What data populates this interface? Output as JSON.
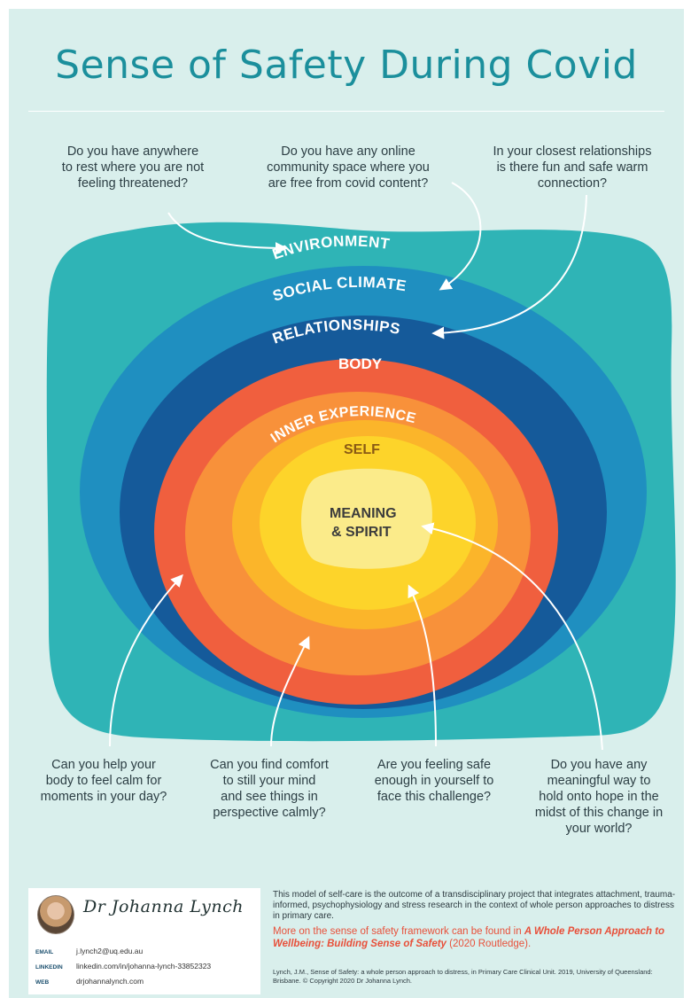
{
  "title": "Sense of Safety During Covid",
  "layers": {
    "environment": "ENVIRONMENT",
    "social_climate": "SOCIAL CLIMATE",
    "relationships": "RELATIONSHIPS",
    "body": "BODY",
    "inner_experience": "INNER EXPERIENCE",
    "self": "SELF",
    "meaning_line1": "MEANING",
    "meaning_line2": "& SPIRIT"
  },
  "top_questions": [
    [
      "Do you have anywhere",
      "to rest where you are not",
      "feeling threatened?"
    ],
    [
      "Do you have any online",
      "community space where you",
      "are free from covid content?"
    ],
    [
      "In your closest relationships",
      "is there fun and safe warm",
      "connection?"
    ]
  ],
  "bottom_questions": [
    [
      "Can you help your",
      "body to feel calm for",
      "moments in your day?"
    ],
    [
      "Can you find comfort",
      "to still your mind",
      "and see things in",
      "perspective calmly?"
    ],
    [
      "Are you feeling safe",
      "enough in yourself to",
      "face this challenge?"
    ],
    [
      "Do you have any",
      "meaningful way to",
      "hold onto hope in the",
      "midst of this change in",
      "your world?"
    ]
  ],
  "author": {
    "signature": "Dr Johanna Lynch",
    "email_label": "EMAIL",
    "email": "j.lynch2@uq.edu.au",
    "linkedin_label": "LINKEDIN",
    "linkedin": "linkedin.com/in/johanna-lynch-33852323",
    "web_label": "WEB",
    "web": "drjohannalynch.com"
  },
  "footer": {
    "description": "This model of self-care is the outcome of a transdisciplinary project that integrates attachment, trauma-informed, psychophysiology and stress research in the context of whole person approaches to distress in primary care.",
    "more_prefix": "More on the sense of safety framework can be found in ",
    "book_title": "A Whole Person Approach to Wellbeing: Building Sense of Safety",
    "book_suffix": " (2020 Routledge).",
    "citation": "Lynch, J.M., Sense of Safety: a whole person approach to distress, in Primary Care Clinical Unit. 2019, University of Queensland: Brisbane. © Copyright 2020 Dr Johanna Lynch."
  },
  "colors": {
    "background": "#d9efec",
    "environment": "#2fb4b6",
    "social_climate": "#1f8fc0",
    "relationships": "#155a9a",
    "body": "#f05f3e",
    "inner_experience": "#f8913a",
    "self": "#fbb52a",
    "core": "#fdd42a",
    "meaning": "#fbeb8a",
    "title": "#1b8f9c"
  }
}
